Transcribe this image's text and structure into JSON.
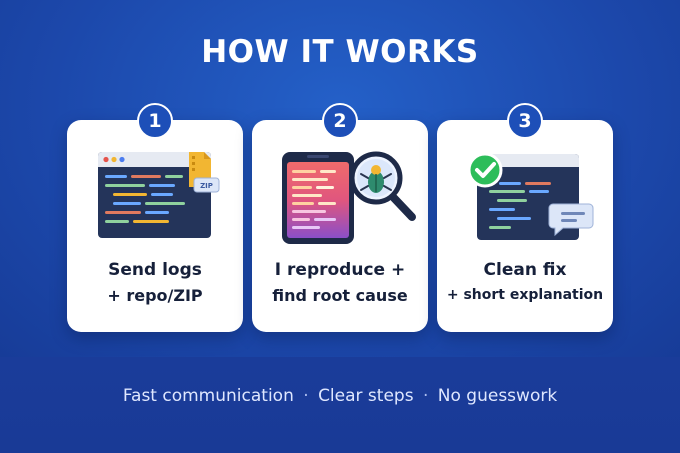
{
  "title": "HOW IT WORKS",
  "steps": [
    {
      "number": "1",
      "line1": "Send logs",
      "line2": "+ repo/ZIP",
      "icon": "code-window-zip-icon",
      "zip_label": "ZIP"
    },
    {
      "number": "2",
      "line1": "I reproduce +",
      "line2": "find root cause",
      "icon": "phone-magnifier-bug-icon"
    },
    {
      "number": "3",
      "line1": "Clean fix",
      "line2": "+ short explanation",
      "icon": "code-window-check-icon"
    }
  ],
  "footer": {
    "items": [
      "Fast communication",
      "Clear steps",
      "No guesswork"
    ],
    "separator": "·"
  },
  "colors": {
    "background": "#1c48ab",
    "badge": "#1d4fb8",
    "card": "#ffffff",
    "text_dark": "#16203a",
    "check_green": "#2dbd5a",
    "zip_yellow": "#f2b632"
  }
}
